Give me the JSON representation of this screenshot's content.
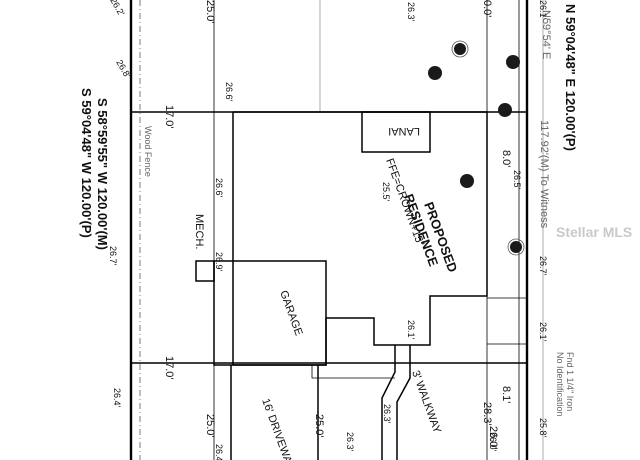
{
  "bearings": {
    "north_line": "N 59°04'48\" E   120.00'(P)",
    "south_line_measured": "S 58°59'55\" W   120.00'(M)",
    "south_line_plat": "S 59°04'48\" W   120.00'(P)",
    "rotated_overlay_bearing": "N59°54' E",
    "rotated_overlay_distance": "117.92'(M) To Witness"
  },
  "labels": {
    "residence_line1": "PROPOSED",
    "residence_line2": "RESIDENCE",
    "residence_line3": "FFE=CROWN+15\"",
    "lanai": "LANAI",
    "garage": "GARAGE",
    "mech": "MECH.",
    "walkway": "3' WALKWAY",
    "driveway": "16' DRIVEWAY",
    "wood_fence": "Wood Fence",
    "find": "Fnd 1 1/4\" Iron",
    "no_id": "No Identification",
    "watermark": "Stellar MLS"
  },
  "elevations": {
    "e1": "26.2'",
    "e2": "26.3'",
    "e3": "26.1'",
    "e4": "26.8'",
    "e5": "26.6'",
    "e6": "26.6'",
    "e7": "25.5'",
    "e8": "26.5'",
    "e9": "26.7'",
    "e10": "26.9'",
    "e11": "26.7'",
    "e12": "26.1'",
    "e13": "26.4'",
    "e14": "26.3'",
    "e15": "26.3'",
    "e16": "26.0'",
    "e17": "25.8'",
    "e18": "26.4'",
    "e19": "26.1'"
  },
  "setbacks": {
    "side_top_left": "17.0'",
    "side_bottom_left": "17.0'",
    "rear_left": "25.0'",
    "rear_mid": "25.0'",
    "front_right": "28.3'",
    "front_right2": "8.0'",
    "front_right3": "8.1'",
    "front_top": "0.0'",
    "left_top": "25.0'",
    "front_dist": "26.0'"
  }
}
